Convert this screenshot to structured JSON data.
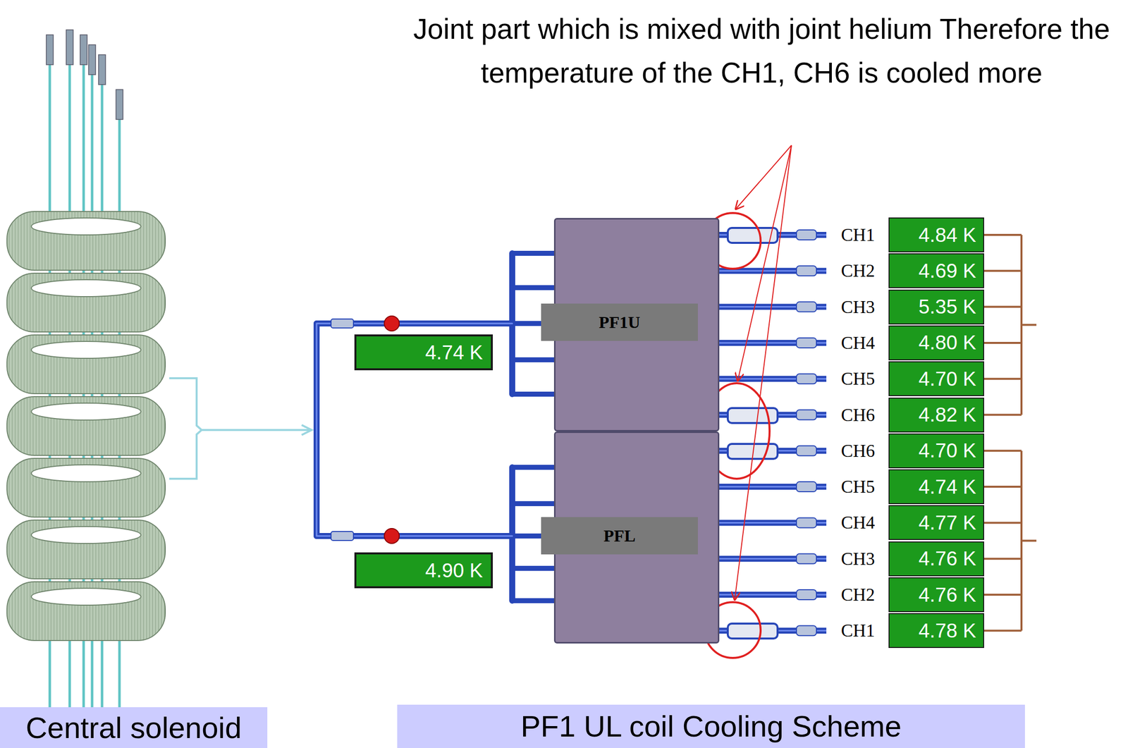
{
  "diagram": {
    "nodes": [
      {
        "text": [
          "PF1U"
        ]
      },
      {
        "text": [
          "4.74 K"
        ]
      },
      {
        "text": [
          "PFL"
        ]
      },
      {
        "text": [
          "4.90 K"
        ]
      },
      {
        "text": [
          "CH1"
        ]
      },
      {
        "text": [
          "4.84 K"
        ]
      },
      {
        "text": [
          "CH2"
        ]
      },
      {
        "text": [
          "4.69 K"
        ]
      },
      {
        "text": [
          "CH3"
        ]
      },
      {
        "text": [
          "5.35 K"
        ]
      },
      {
        "text": [
          "CH4"
        ]
      },
      {
        "text": [
          "4.80 K"
        ]
      },
      {
        "text": [
          "CH5"
        ]
      },
      {
        "text": [
          "4.70 K"
        ]
      },
      {
        "text": [
          "CH6"
        ]
      },
      {
        "text": [
          "4.82 K"
        ]
      },
      {
        "text": [
          "CH6"
        ]
      },
      {
        "text": [
          "4.70 K"
        ]
      },
      {
        "text": [
          "CH5"
        ]
      },
      {
        "text": [
          "4.74 K"
        ]
      },
      {
        "text": [
          "CH4"
        ]
      },
      {
        "text": [
          "4.77 K"
        ]
      },
      {
        "text": [
          "CH3"
        ]
      },
      {
        "text": [
          "4.76 K"
        ]
      },
      {
        "text": [
          "CH2"
        ]
      },
      {
        "text": [
          "4.76 K"
        ]
      },
      {
        "text": [
          "CH1"
        ]
      },
      {
        "text": [
          "4.78 K"
        ]
      },
      {
        "text": [
          "Central solenoid"
        ]
      },
      {
        "text": [
          "PF1 UL coil Cooling Scheme"
        ]
      }
    ],
    "edges": [
      {
        "from": 0,
        "to": 4,
        "arrow": "none"
      },
      {
        "from": 0,
        "to": 6,
        "arrow": "none"
      },
      {
        "from": 0,
        "to": 8,
        "arrow": "none"
      },
      {
        "from": 0,
        "to": 10,
        "arrow": "none"
      },
      {
        "from": 0,
        "to": 12,
        "arrow": "none"
      },
      {
        "from": 0,
        "to": 14,
        "arrow": "none"
      },
      {
        "from": 2,
        "to": 16,
        "arrow": "none"
      },
      {
        "from": 2,
        "to": 18,
        "arrow": "none"
      },
      {
        "from": 2,
        "to": 20,
        "arrow": "none"
      },
      {
        "from": 2,
        "to": 22,
        "arrow": "none"
      },
      {
        "from": 2,
        "to": 24,
        "arrow": "none"
      },
      {
        "from": 2,
        "to": 26,
        "arrow": "none"
      }
    ],
    "labels": [
      "Joint part which is mixed with joint helium Therefore the temperature of the CH1, CH6 is cooled more"
    ]
  }
}
